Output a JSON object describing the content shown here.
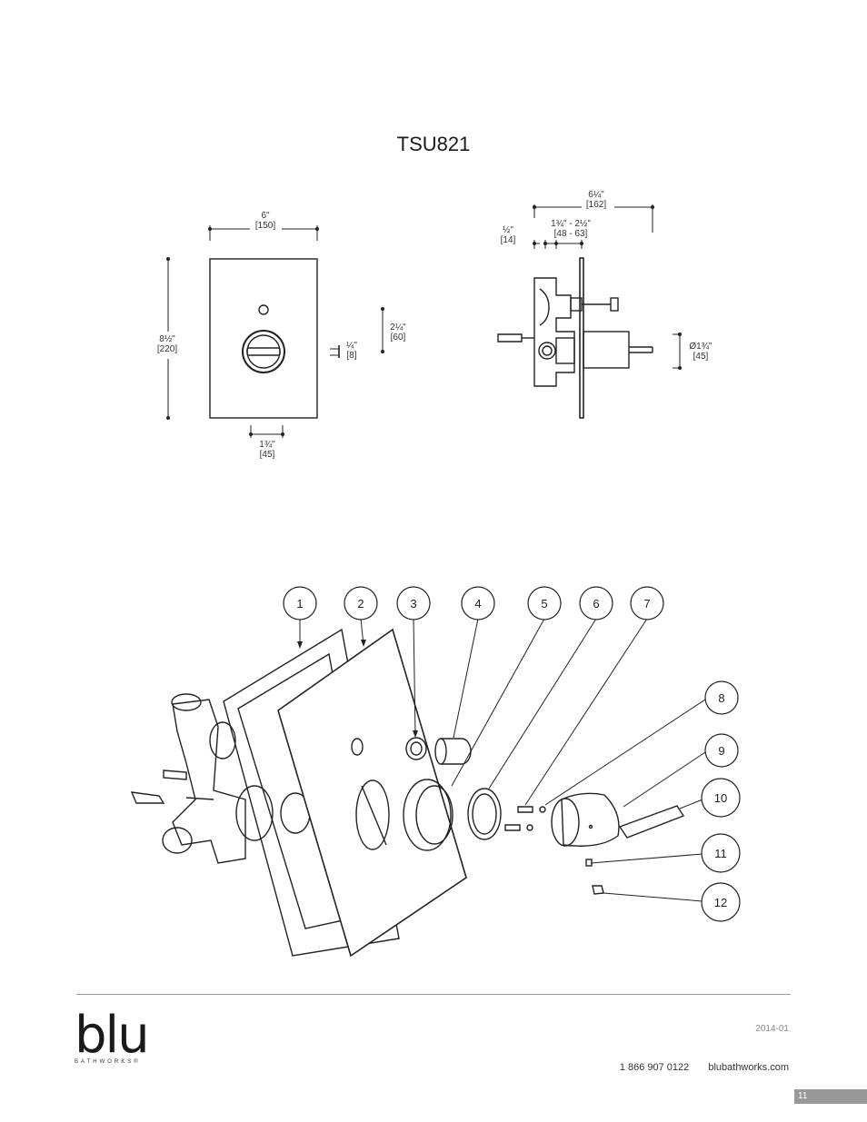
{
  "title": "TSU821",
  "front_view": {
    "width_in": "6\"",
    "width_mm": "[150]",
    "height_in": "8½\"",
    "height_mm": "[220]",
    "knob_in": "1¾\"",
    "knob_mm": "[45]",
    "offset_in": "2¼\"",
    "offset_mm": "[60]",
    "plate_in": "¼\"",
    "plate_mm": "[8]"
  },
  "side_view": {
    "depth_in": "6¼\"",
    "depth_mm": "[162]",
    "wall_in": "1¾\" - 2½\"",
    "wall_mm": "[48 - 63]",
    "half_in": "½\"",
    "half_mm": "[14]",
    "dia_in": "Ø1¾\"",
    "dia_mm": "[45]"
  },
  "callouts": [
    "1",
    "2",
    "3",
    "4",
    "5",
    "6",
    "7",
    "8",
    "9",
    "10",
    "11",
    "12"
  ],
  "footer": {
    "logo": "blu",
    "logo_sub": "BATHWORKS®",
    "date": "2014-01",
    "phone": "1 866 907 0122",
    "website": "blubathworks.com",
    "page": "11"
  },
  "colors": {
    "line": "#222222",
    "rule": "#999999",
    "page_bar": "#999999"
  }
}
